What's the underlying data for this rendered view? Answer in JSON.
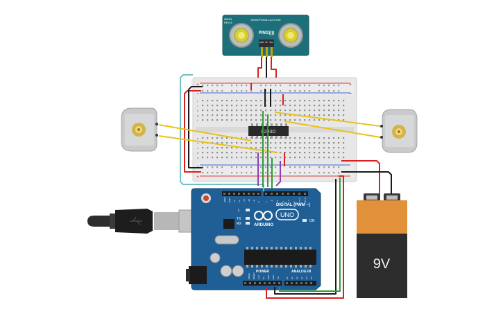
{
  "sensor": {
    "brand_line": "WWW.PARALLAX.COM",
    "model": "28015",
    "rev": "REV A",
    "name": "PING))))",
    "pins": [
      "GND",
      "5V",
      "SIG"
    ]
  },
  "driver_ic": {
    "label": "L293D"
  },
  "arduino": {
    "digital_label": "DIGITAL (PWM ~)",
    "brand": "ARDUINO",
    "model": "UNO",
    "power_label": "POWER",
    "analog_label": "ANALOG IN",
    "on_label": "ON",
    "l_label": "L",
    "tx_label": "TX",
    "rx_label": "RX",
    "power_pins": [
      "IOREF",
      "RESET",
      "3.3V",
      "5V",
      "GND",
      "GND",
      "Vin"
    ],
    "analog_pins": [
      "A0",
      "A1",
      "A2",
      "A3",
      "A4",
      "A5"
    ],
    "digital_pins": [
      "AREF",
      "GND",
      "13",
      "12",
      "~11",
      "~10",
      "~9",
      "8",
      "7",
      "~6",
      "~5",
      "4",
      "~3",
      "2",
      "TX 1",
      "RX 0"
    ]
  },
  "battery": {
    "label": "9V"
  },
  "breadboard": {
    "rail_plus": "+",
    "rail_minus": "−",
    "row_letters_top": [
      "j",
      "i",
      "h",
      "g",
      "f"
    ],
    "row_letters_bottom": [
      "e",
      "d",
      "c",
      "b",
      "a"
    ]
  },
  "colors": {
    "wire_red": "#d92020",
    "wire_black": "#1a1a1a",
    "wire_yellow": "#e8c21a",
    "wire_green": "#2e9a3a",
    "wire_purple": "#8a3fb8",
    "wire_teal": "#6fc3c8",
    "board_blue": "#1f5f95",
    "sensor_teal": "#1d6f7a",
    "battery_orange": "#e0913a"
  }
}
